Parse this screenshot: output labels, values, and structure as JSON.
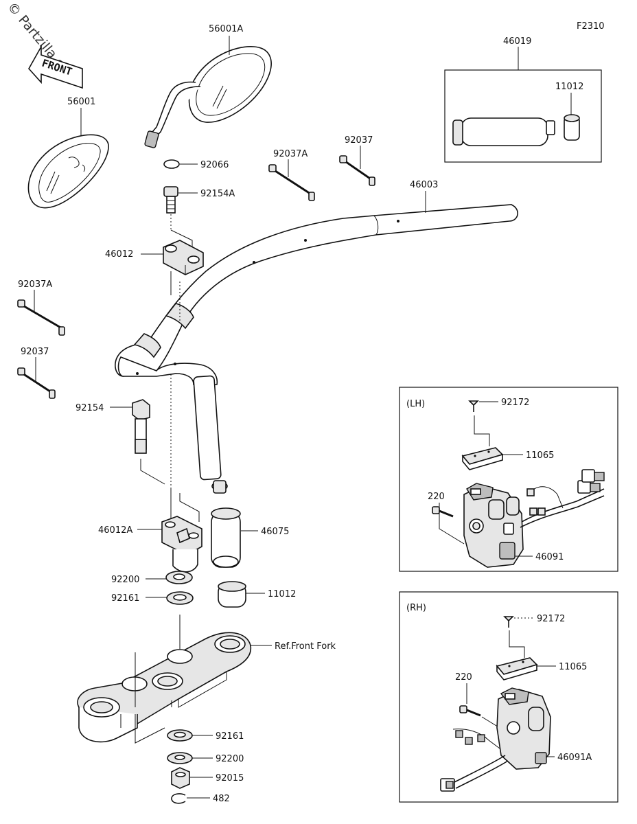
{
  "figure_code": "F2310",
  "watermark": "© Partzilla.com",
  "front_label": "FRONT",
  "callouts": {
    "mirror_left": "56001",
    "mirror_right": "56001A",
    "cap": "92066",
    "bolt_a": "92154A",
    "holder_upper": "46012",
    "band_left_a": "92037A",
    "band_left": "92037",
    "band_top_a": "92037A",
    "band_top": "92037",
    "handlebar": "46003",
    "bolt": "92154",
    "holder_lower": "46012A",
    "grip_left": "46075",
    "washer_upper": "92200",
    "bushing_upper": "92161",
    "weight_left": "11012",
    "front_fork_ref": "Ref.Front Fork",
    "bushing_lower": "92161",
    "washer_lower": "92200",
    "nut": "92015",
    "clip": "482",
    "grip_assy": "46019",
    "grip_weight": "11012"
  },
  "lh_box": {
    "tag": "(LH)",
    "screw": "92172",
    "cover": "11065",
    "bolt": "220",
    "switch": "46091"
  },
  "rh_box": {
    "tag": "(RH)",
    "screw": "92172",
    "cover": "11065",
    "bolt": "220",
    "switch": "46091A"
  }
}
